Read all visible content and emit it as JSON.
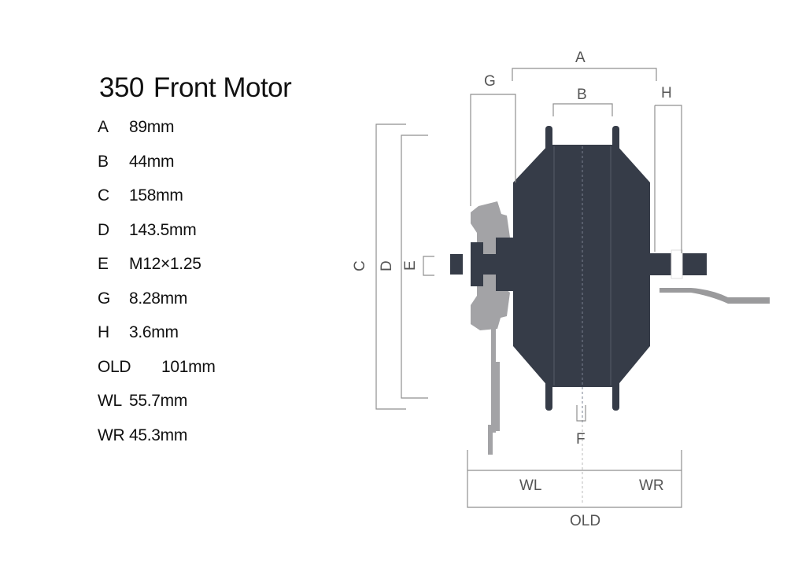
{
  "title": {
    "model": "350",
    "name": "Front Motor"
  },
  "specs": [
    {
      "key": "A",
      "value": "89mm"
    },
    {
      "key": "B",
      "value": "44mm"
    },
    {
      "key": "C",
      "value": "158mm"
    },
    {
      "key": "D",
      "value": "143.5mm"
    },
    {
      "key": "E",
      "value": "M12×1.25"
    },
    {
      "key": "G",
      "value": "8.28mm"
    },
    {
      "key": "H",
      "value": "3.6mm"
    },
    {
      "key": "OLD",
      "value": "101mm"
    },
    {
      "key": "WL",
      "value": "55.7mm"
    },
    {
      "key": "WR",
      "value": "45.3mm"
    }
  ],
  "diagram_labels": {
    "A": "A",
    "B": "B",
    "C": "C",
    "D": "D",
    "E": "E",
    "F": "F",
    "G": "G",
    "H": "H",
    "WL": "WL",
    "WR": "WR",
    "OLD": "OLD"
  },
  "colors": {
    "motor_body": "#363c48",
    "disc_rotor": "#a3a3a6",
    "dimension_line": "#8f8f8f",
    "cable": "#9a9a9c"
  }
}
